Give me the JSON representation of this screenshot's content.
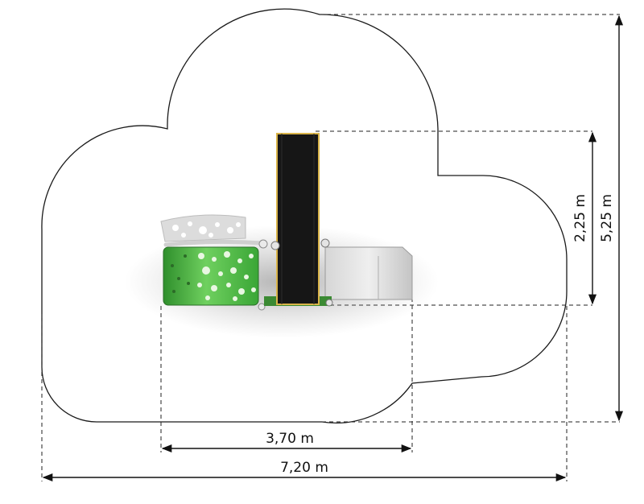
{
  "dimensions": {
    "inner_width": "3,70 m",
    "outer_width": "7,20 m",
    "inner_height": "2,25 m",
    "outer_height": "5,25 m"
  },
  "colors": {
    "zone_outline": "#1a1a1a",
    "panel_green": "#3fae3a",
    "slide_black": "#161616",
    "slide_trim": "#d9b44a",
    "deck_grey": "#c9c9c9"
  }
}
